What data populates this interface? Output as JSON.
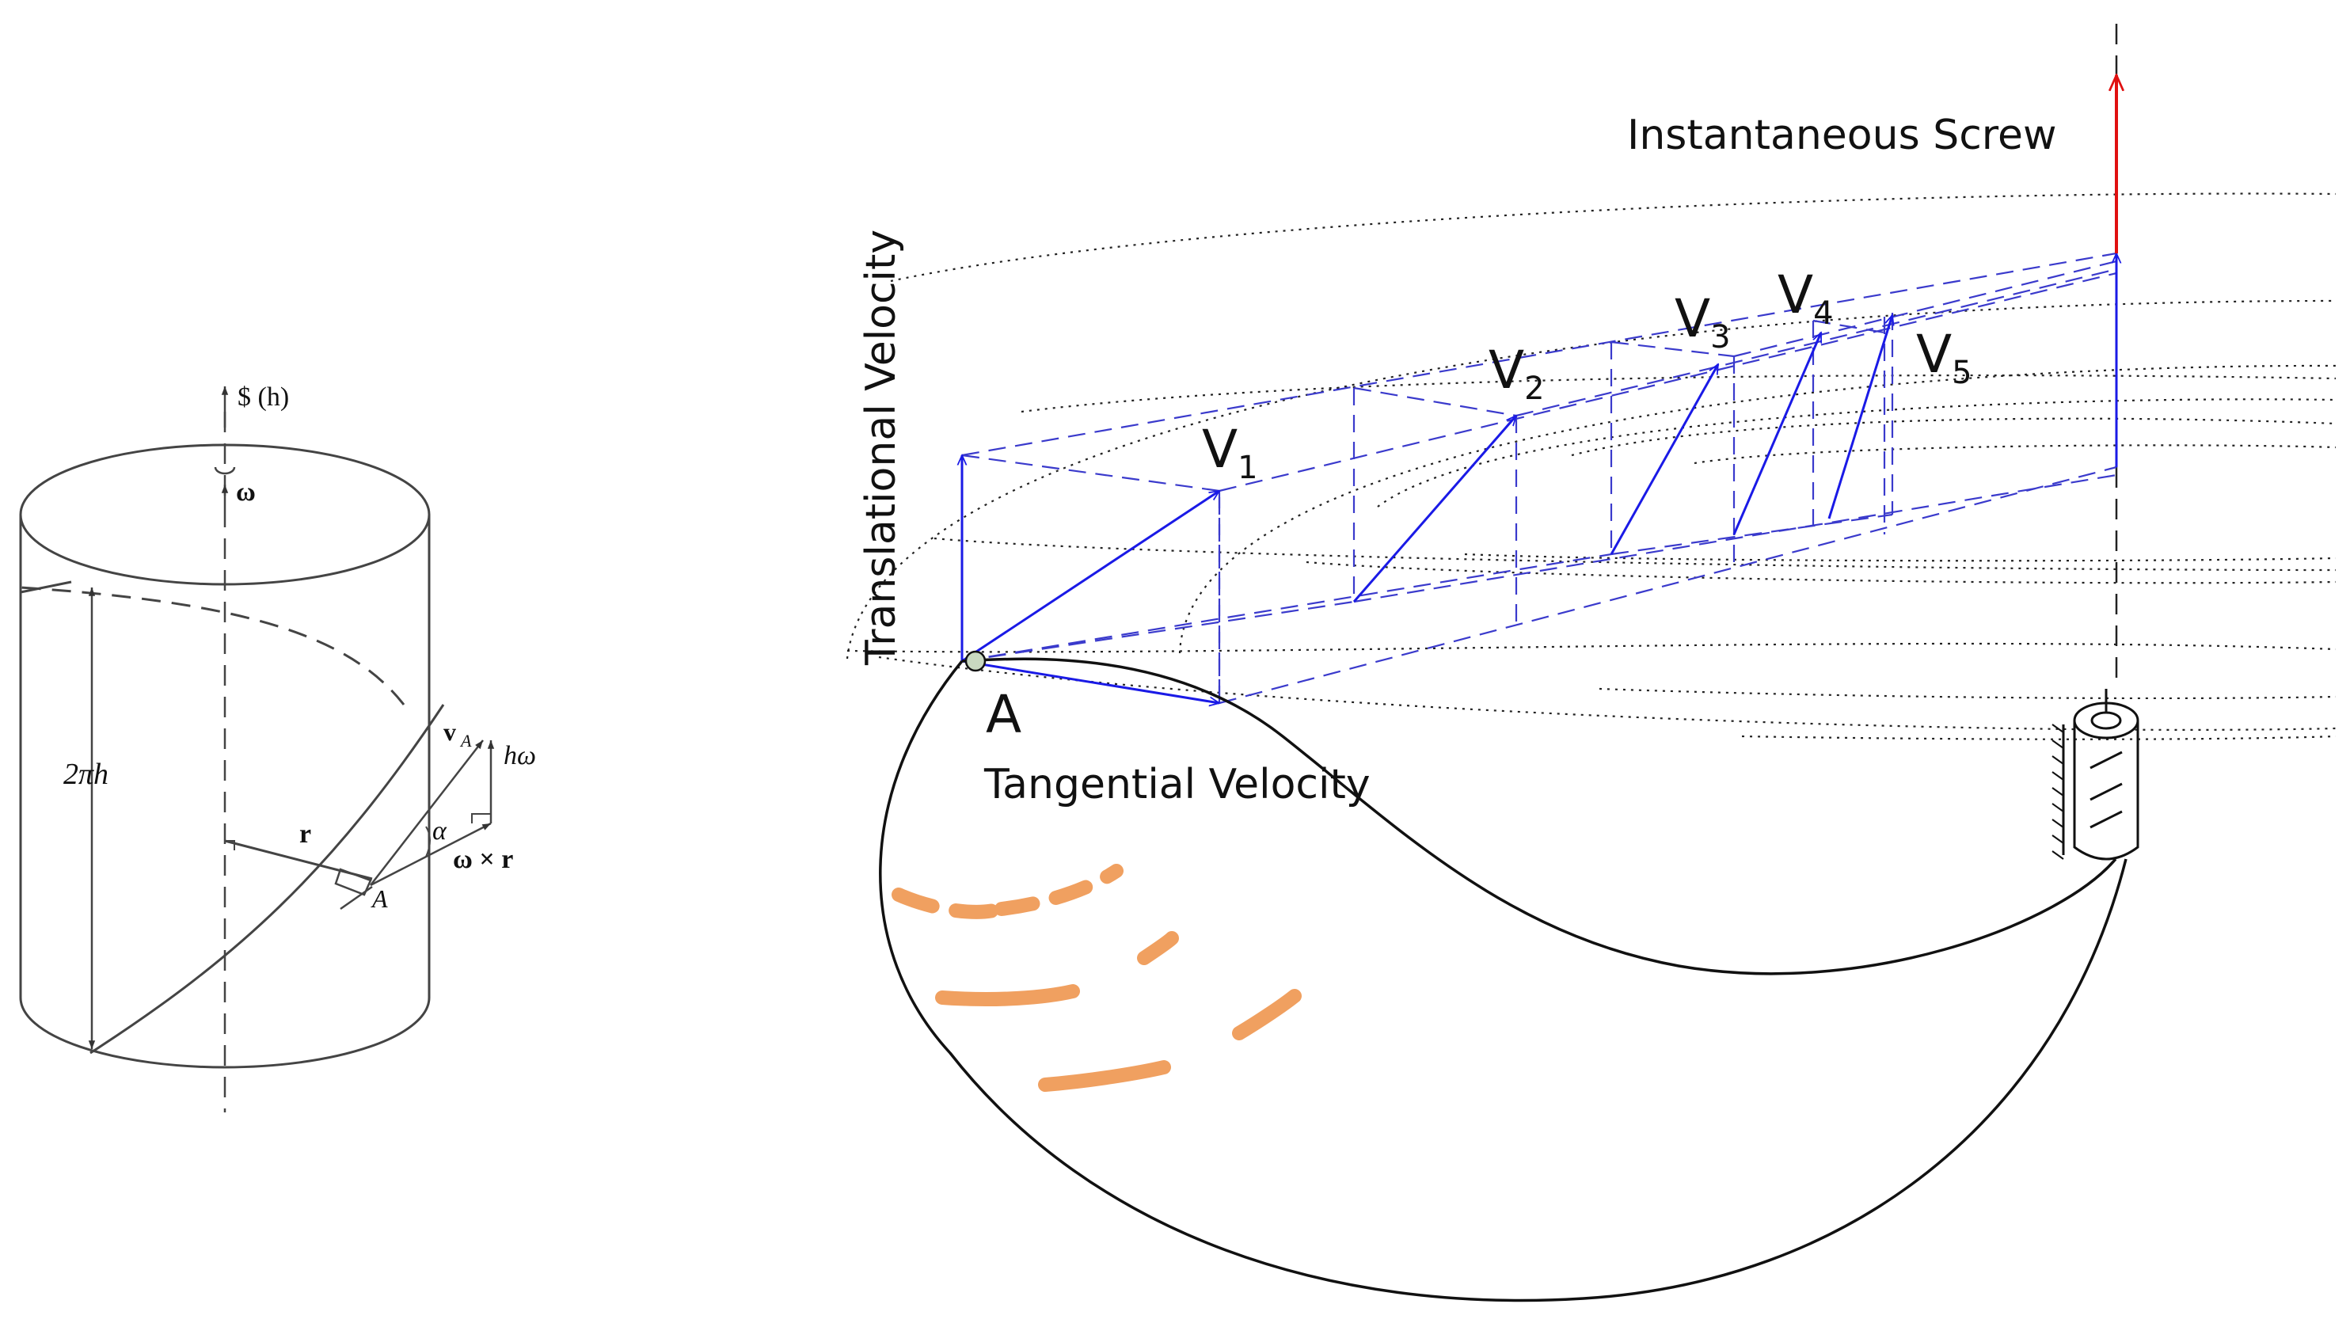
{
  "left_figure": {
    "axis_label": "$ (h)",
    "omega_label": "ω",
    "pitch_label": "2πh",
    "velocity_label": "v",
    "velocity_sub": "A",
    "h_omega_label": "hω",
    "radius_label": "r",
    "alpha_label": "α",
    "cross_label": "ω × r",
    "point_label": "A"
  },
  "right_figure": {
    "screw_label": "Instantaneous Screw",
    "translational_label": "Translational Velocity",
    "tangential_label": "Tangential Velocity",
    "point_label": "A",
    "velocity_letter": "V",
    "velocities": [
      "1",
      "2",
      "3",
      "4",
      "5"
    ]
  },
  "colors": {
    "line": "#111111",
    "vector_blue": "#1a1ae6",
    "dashed_blue": "#3a3acc",
    "screw_red": "#e01010",
    "orange": "#f0a060",
    "point_fill": "#c9d9c0"
  }
}
